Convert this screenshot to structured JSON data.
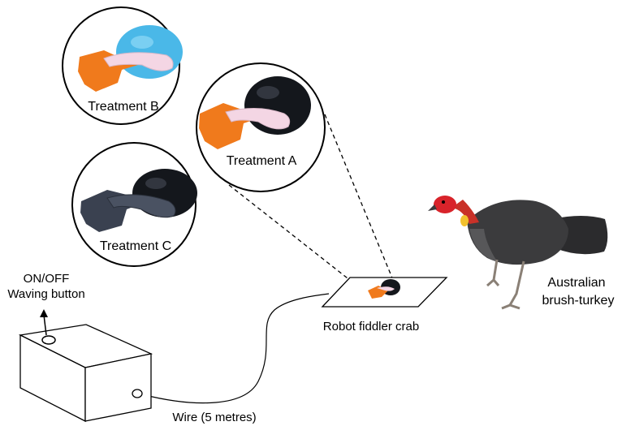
{
  "treatments": {
    "a": {
      "label": "Treatment A",
      "claw_color": "#f07a1c",
      "body_color": "#14171c"
    },
    "b": {
      "label": "Treatment B",
      "claw_color": "#f07a1c",
      "body_color": "#4ab8e8"
    },
    "c": {
      "label": "Treatment C",
      "claw_color": "#3a4150",
      "body_color": "#14171c"
    }
  },
  "labels": {
    "button_line1": "ON/OFF",
    "button_line2": "Waving button",
    "robot": "Robot fiddler crab",
    "wire": "Wire (5 metres)",
    "bird_line1": "Australian",
    "bird_line2": "brush-turkey"
  },
  "colors": {
    "major_claw": "#f4d6e4",
    "turkey_body": "#3b3b3d",
    "turkey_head": "#d8232a",
    "turkey_wattle": "#f2c12e"
  },
  "icons": {
    "button": "circle-button-icon",
    "box": "control-box-icon",
    "bird": "brush-turkey-icon"
  }
}
